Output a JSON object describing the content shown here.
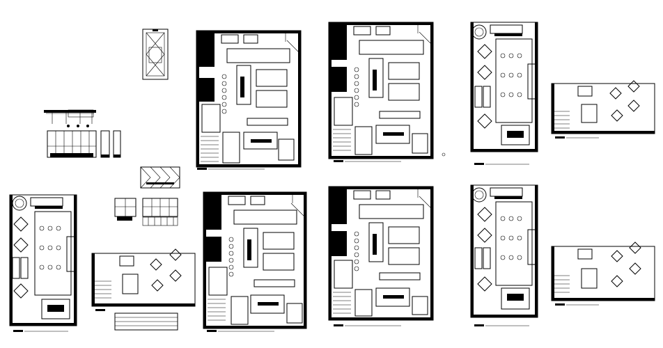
{
  "drawing": {
    "background": "#ffffff",
    "ink": "#000000",
    "sheets": [
      {
        "kind": "detail-top-small"
      },
      {
        "kind": "elevation-left"
      },
      {
        "kind": "detail-center"
      },
      {
        "kind": "kitchen-plan-a"
      },
      {
        "kind": "kitchen-plan-b"
      },
      {
        "kind": "restaurant-plan-a"
      },
      {
        "kind": "restaurant-room-a"
      },
      {
        "kind": "restaurant-plan-b"
      },
      {
        "kind": "restaurant-room-b"
      },
      {
        "kind": "kitchen-plan-c"
      },
      {
        "kind": "kitchen-plan-d"
      },
      {
        "kind": "restaurant-plan-c"
      },
      {
        "kind": "restaurant-room-c"
      }
    ]
  }
}
